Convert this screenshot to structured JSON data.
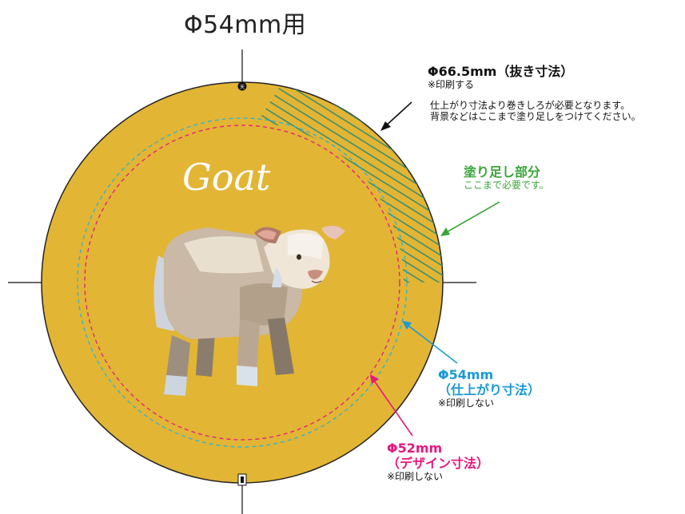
{
  "title": "Φ54mm用",
  "top_mark": "天",
  "label_cut": {
    "heading": "Φ66.5mm（抜き寸法）",
    "sub": "※印刷する",
    "line1": "仕上がり寸法より巻きしろが必要となります。",
    "line2": "背景などはここまで塗り足しをつけてください。"
  },
  "label_bleed": {
    "heading": "塗り足し部分",
    "sub": "ここまで必要です。"
  },
  "label_finish": {
    "heading1": "Φ54mm",
    "heading2": "（仕上がり寸法）",
    "sub": "※印刷しない"
  },
  "label_design": {
    "heading1": "Φ52mm",
    "heading2": "（デザイン寸法）",
    "sub": "※印刷しない"
  },
  "artwork_text": "Goat",
  "colors": {
    "badge_fill": "#e2b535",
    "finish_guide": "#2bb3d4",
    "design_guide": "#e5197d",
    "bleed_hatch": "#3f8f6e",
    "arrow_green": "#3aa53a",
    "arrow_blue": "#1a9ad6",
    "arrow_pink": "#e5197d"
  }
}
